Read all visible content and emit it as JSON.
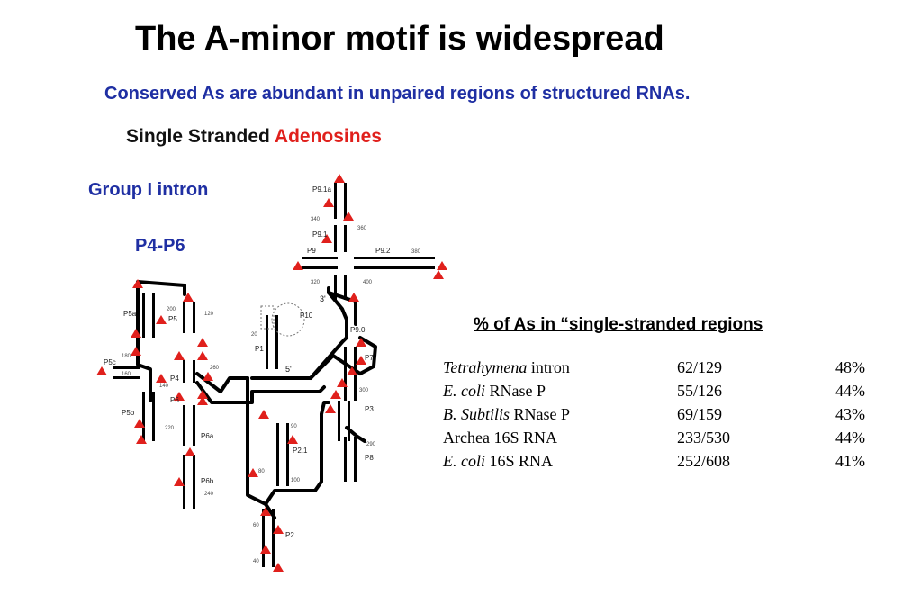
{
  "title": "The A-minor motif is widespread",
  "subtitle": "Conserved As are abundant in unpaired regions of structured RNAs.",
  "heading": {
    "part1": "Single Stranded",
    "part2": "Adenosines"
  },
  "labels": {
    "group": "Group I intron",
    "domain": "P4-P6"
  },
  "diagram": {
    "helix_labels": [
      "P9.1a",
      "P9.1",
      "P9",
      "P9.2",
      "P5a",
      "P5",
      "P5c",
      "P4",
      "P6",
      "P5b",
      "P6a",
      "P6b",
      "P10",
      "P1",
      "P9.0",
      "P7",
      "P3",
      "P8",
      "P2",
      "P2.1"
    ],
    "numbers": [
      "340",
      "360",
      "380",
      "400",
      "320",
      "200",
      "120",
      "180",
      "160",
      "140",
      "260",
      "220",
      "240",
      "20",
      "300",
      "290",
      "90",
      "80",
      "60",
      "40",
      "100"
    ],
    "end_labels": [
      "3'",
      "5'"
    ],
    "colors": {
      "strand": "#000000",
      "adenosine": "#e0201c",
      "base": "#333333"
    }
  },
  "table": {
    "title": "% of As in “single-stranded regions",
    "rows": [
      {
        "name_italic": "Tetrahymena",
        "name_rest": " intron",
        "count": "62/129",
        "percent": "48%"
      },
      {
        "name_italic": "E. coli",
        "name_rest": " RNase P",
        "count": "55/126",
        "percent": "44%"
      },
      {
        "name_italic": "B. Subtilis",
        "name_rest": " RNase P",
        "count": " 69/159",
        "percent": "43%"
      },
      {
        "name_italic": "",
        "name_rest": "Archea 16S RNA",
        "count": "233/530",
        "percent": "44%"
      },
      {
        "name_italic": "E. coli",
        "name_rest": " 16S RNA",
        "count": "252/608",
        "percent": "41%"
      }
    ]
  }
}
